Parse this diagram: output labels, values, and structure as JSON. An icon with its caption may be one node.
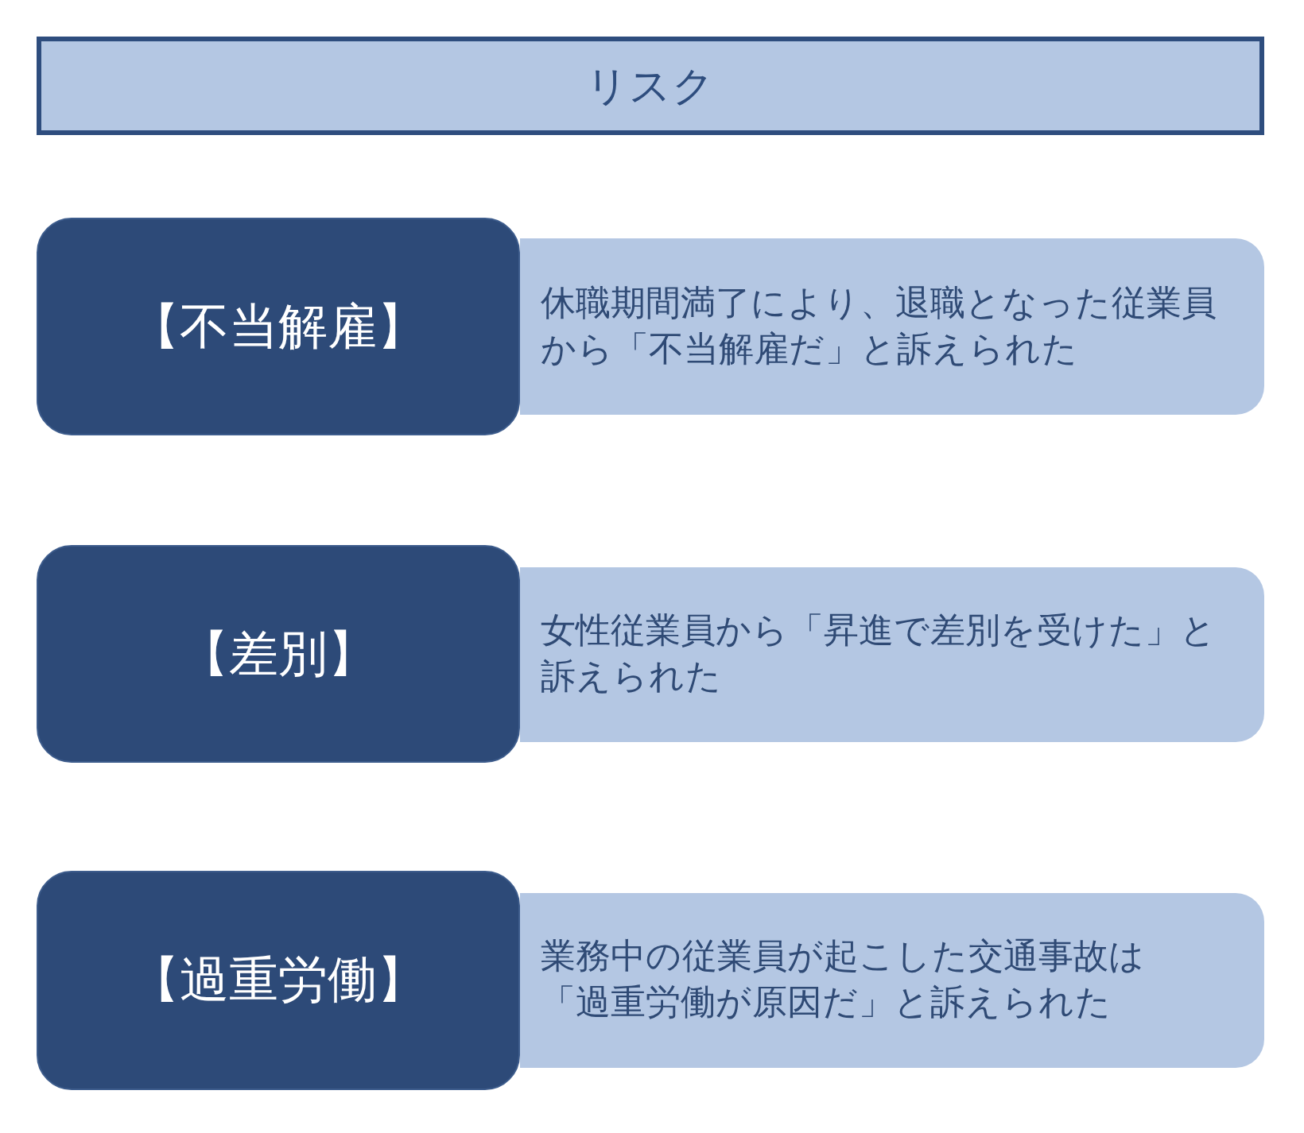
{
  "diagram": {
    "nodes": [
      {
        "text": [
          "リスク"
        ]
      },
      {
        "text": [
          "【不当解雇】"
        ]
      },
      {
        "text": [
          "休職期間満了により、退職となった従業員から「不当解雇だ」と訴えられた"
        ]
      },
      {
        "text": [
          "【差別】"
        ]
      },
      {
        "text": [
          "女性従業員から「昇進で差別を受けた」と訴えられた"
        ]
      },
      {
        "text": [
          "【過重労働】"
        ]
      },
      {
        "text": [
          "業務中の従業員が起こした交通事故は「過重労働が原因だ」と訴えられた"
        ]
      }
    ]
  }
}
